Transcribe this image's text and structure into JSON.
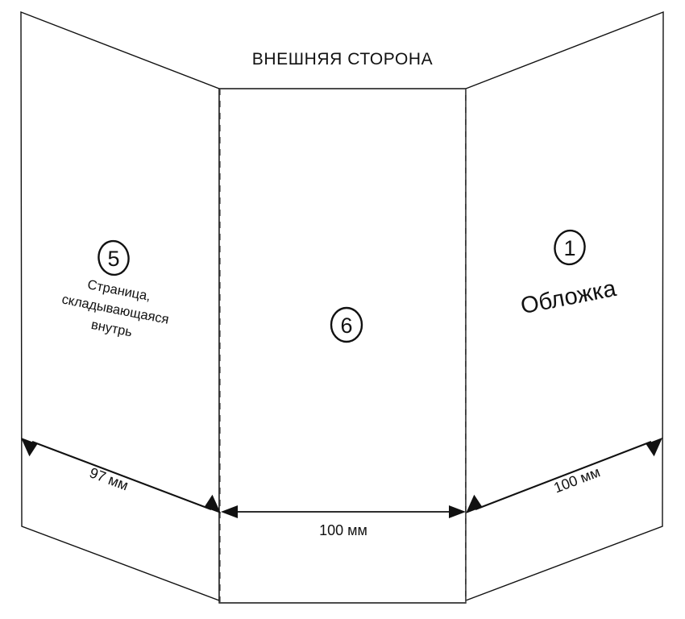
{
  "diagram": {
    "title": "ВНЕШНЯЯ СТОРОНА",
    "panels": [
      {
        "id": "left-panel",
        "number": "5",
        "label_lines": [
          "Страница,",
          "складывающаяся",
          "внутрь"
        ],
        "width_label": "97 мм"
      },
      {
        "id": "center-panel",
        "number": "6",
        "label_lines": [],
        "width_label": "100 мм"
      },
      {
        "id": "right-panel",
        "number": "1",
        "label_lines": [
          "Обложка"
        ],
        "width_label": "100 мм"
      }
    ],
    "dimensions": {
      "left": "97 мм",
      "center": "100 мм",
      "right": "100 мм",
      "unit": "мм"
    },
    "colors": {
      "outline": "#111111",
      "fold_line": "#4a4a4a",
      "background": "#ffffff",
      "text": "#111111"
    }
  }
}
